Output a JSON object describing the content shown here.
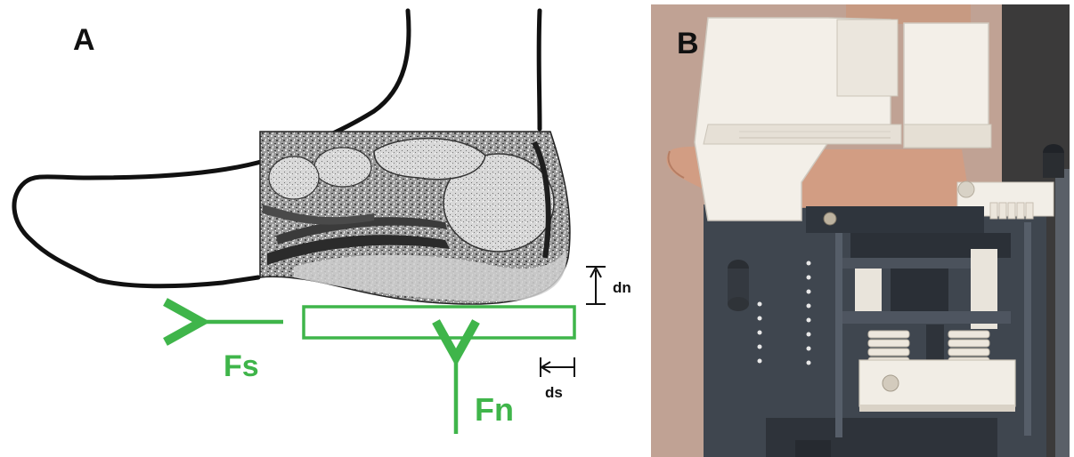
{
  "panels": [
    {
      "letter": "A"
    },
    {
      "letter": "B"
    }
  ],
  "forces": {
    "shear": "Fs",
    "normal": "Fn"
  },
  "displacements": {
    "normal": "dn",
    "shear": "ds"
  },
  "colors": {
    "force_green": "#3fb54a",
    "outline": "#111111",
    "device_dark": "#3c434d",
    "device_white": "#f1ede6",
    "skin": "#c9927a"
  }
}
